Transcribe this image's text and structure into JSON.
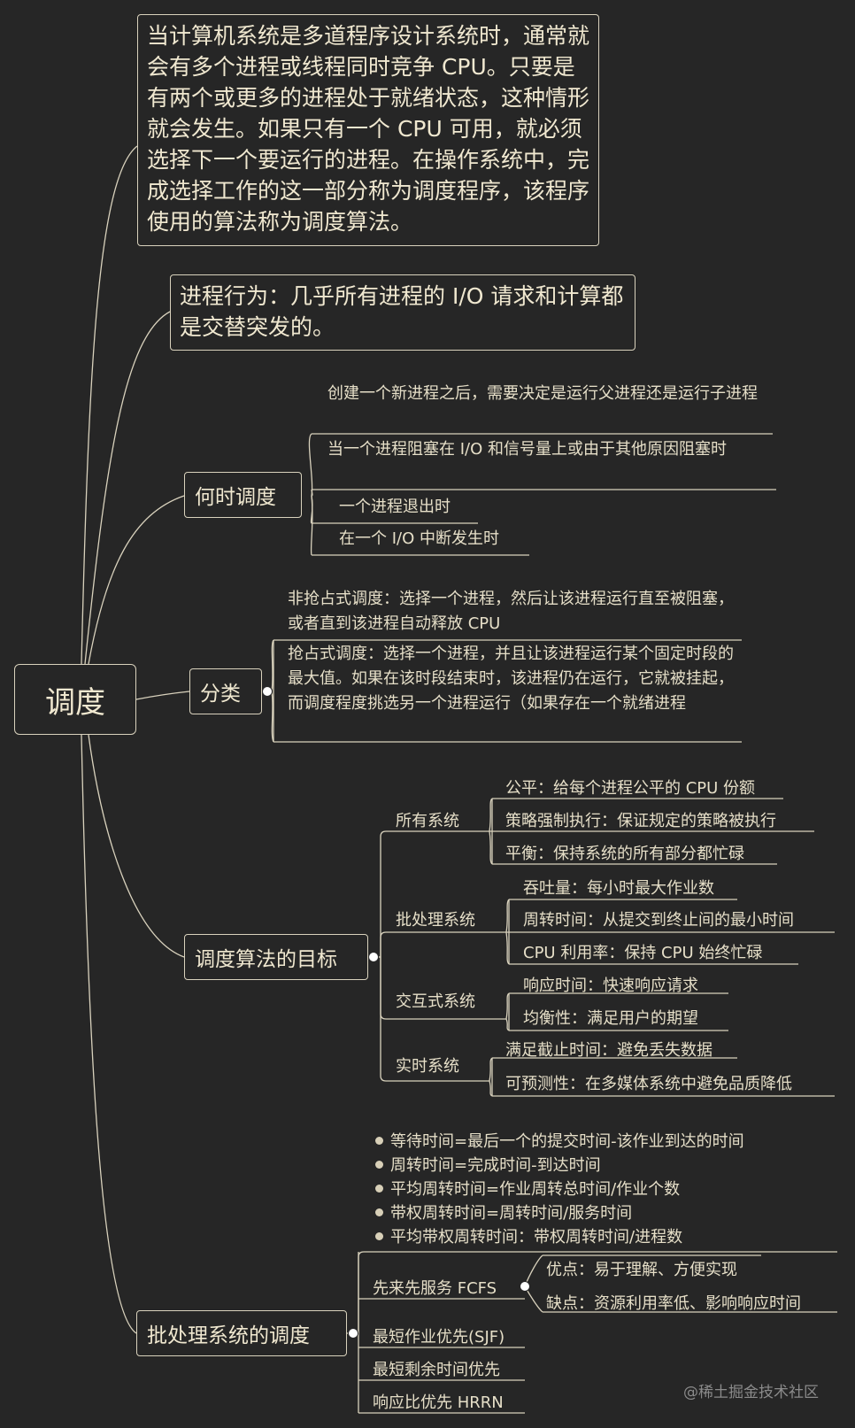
{
  "root": {
    "label": "调度"
  },
  "notes": {
    "intro": "当计算机系统是多道程序设计系统时，通常就会有多个进程或线程同时竞争 CPU。只要是有两个或更多的进程处于就绪状态，这种情形就会发生。如果只有一个 CPU 可用，就必须选择下一个要运行的进程。在操作系统中，完成选择工作的这一部分称为调度程序，该程序使用的算法称为调度算法。",
    "behavior": "进程行为：几乎所有进程的 I/O 请求和计算都是交替突发的。"
  },
  "when": {
    "label": "何时调度",
    "items": [
      "创建一个新进程之后，需要决定是运行父进程还是运行子进程",
      "当一个进程阻塞在 I/O 和信号量上或由于其他原因阻塞时",
      "一个进程退出时",
      "在一个 I/O 中断发生时"
    ]
  },
  "classify": {
    "label": "分类",
    "items": [
      "非抢占式调度：选择一个进程，然后让该进程运行直至被阻塞，或者直到该进程自动释放 CPU",
      "抢占式调度：选择一个进程，并且让该进程运行某个固定时段的最大值。如果在该时段结束时，该进程仍在运行，它就被挂起，而调度程度挑选另一个进程运行（如果存在一个就绪进程"
    ]
  },
  "goals": {
    "label": "调度算法的目标",
    "groups": [
      {
        "label": "所有系统",
        "items": [
          "公平：给每个进程公平的 CPU 份额",
          "策略强制执行：保证规定的策略被执行",
          "平衡：保持系统的所有部分都忙碌"
        ]
      },
      {
        "label": "批处理系统",
        "items": [
          "吞吐量：每小时最大作业数",
          "周转时间：从提交到终止间的最小时间",
          "CPU 利用率：保持 CPU 始终忙碌"
        ]
      },
      {
        "label": "交互式系统",
        "items": [
          "响应时间：快速响应请求",
          "均衡性：满足用户的期望"
        ]
      },
      {
        "label": "实时系统",
        "items": [
          "满足截止时间：避免丢失数据",
          "可预测性：在多媒体系统中避免品质降低"
        ]
      }
    ]
  },
  "batch": {
    "label": "批处理系统的调度",
    "bullets": [
      "等待时间=最后一个的提交时间-该作业到达的时间",
      "周转时间=完成时间-到达时间",
      "平均周转时间=作业周转总时间/作业个数",
      "带权周转时间=周转时间/服务时间",
      "平均带权周转时间：带权周转时间/进程数"
    ],
    "fcfs": {
      "label": "先来先服务 FCFS",
      "items": [
        "优点：易于理解、方便实现",
        "缺点：资源利用率低、影响响应时间"
      ]
    },
    "algorithms": [
      "最短作业优先(SJF)",
      "最短剩余时间优先",
      "响应比优先 HRRN"
    ]
  },
  "watermark": "@稀土掘金技术社区",
  "colors": {
    "background": "#262626",
    "line": "#d9d2bd",
    "text": "#ece5cf",
    "watermark": "#8b8b8b"
  }
}
